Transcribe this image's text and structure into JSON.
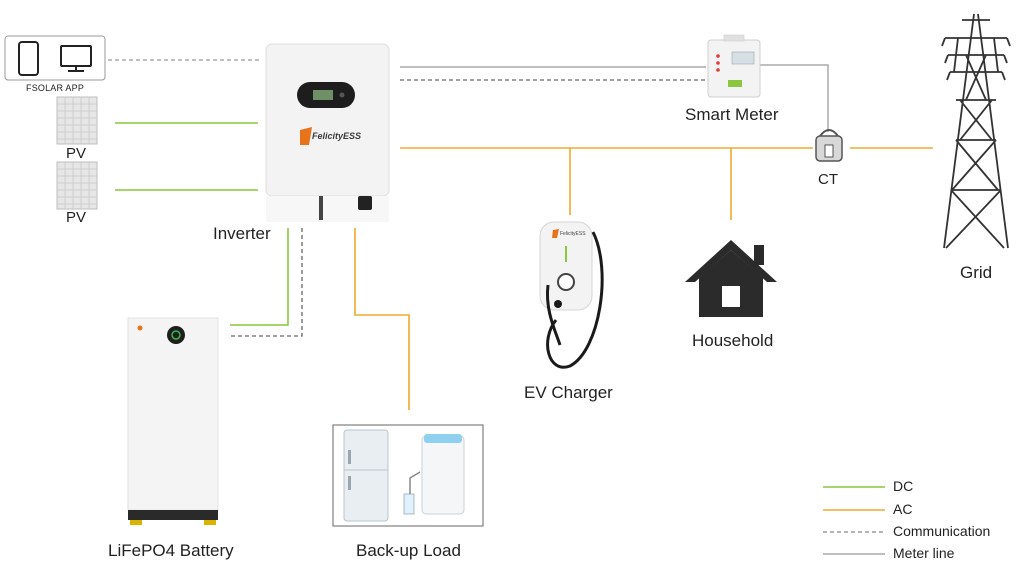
{
  "labels": {
    "app": "FSOLAR APP",
    "pv1": "PV",
    "pv2": "PV",
    "inverter": "Inverter",
    "battery": "LiFePO4 Battery",
    "backup": "Back-up Load",
    "ev": "EV Charger",
    "household": "Household",
    "smart_meter": "Smart Meter",
    "ct": "CT",
    "grid": "Grid",
    "brand": "FelicityESS",
    "brand_small": "FelicityESS"
  },
  "legend": [
    {
      "label": "DC",
      "color": "#8cc63f",
      "style": "solid"
    },
    {
      "label": "AC",
      "color": "#f0a830",
      "style": "solid"
    },
    {
      "label": "Communication",
      "color": "#888888",
      "style": "dashed"
    },
    {
      "label": "Meter line",
      "color": "#aaaaaa",
      "style": "solid"
    }
  ],
  "colors": {
    "dc": "#8cc63f",
    "ac": "#f0a830",
    "comm": "#777777",
    "meter": "#aaaaaa",
    "device": "#f2f2f2",
    "brand": "#e8731a"
  }
}
